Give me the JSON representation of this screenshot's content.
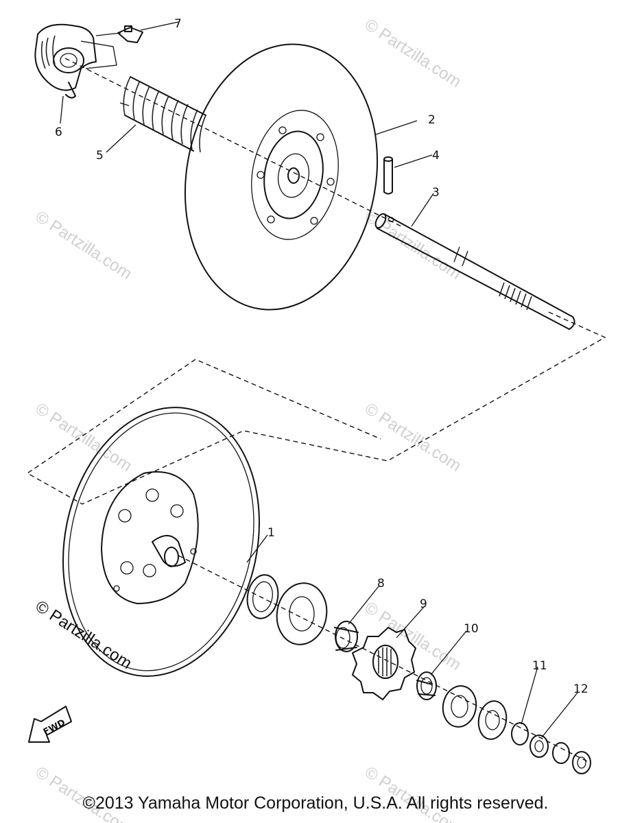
{
  "callouts": {
    "p1": "1",
    "p2": "2",
    "p3": "3",
    "p4": "4",
    "p5": "5",
    "p6": "6",
    "p7": "7",
    "p8": "8",
    "p9": "9",
    "p10": "10",
    "p11": "11",
    "p12": "12"
  },
  "watermark": "© Partzilla.com",
  "fwd_label": "FWD",
  "copyright": "©2013 Yamaha Motor Corporation, U.S.A. All rights reserved."
}
